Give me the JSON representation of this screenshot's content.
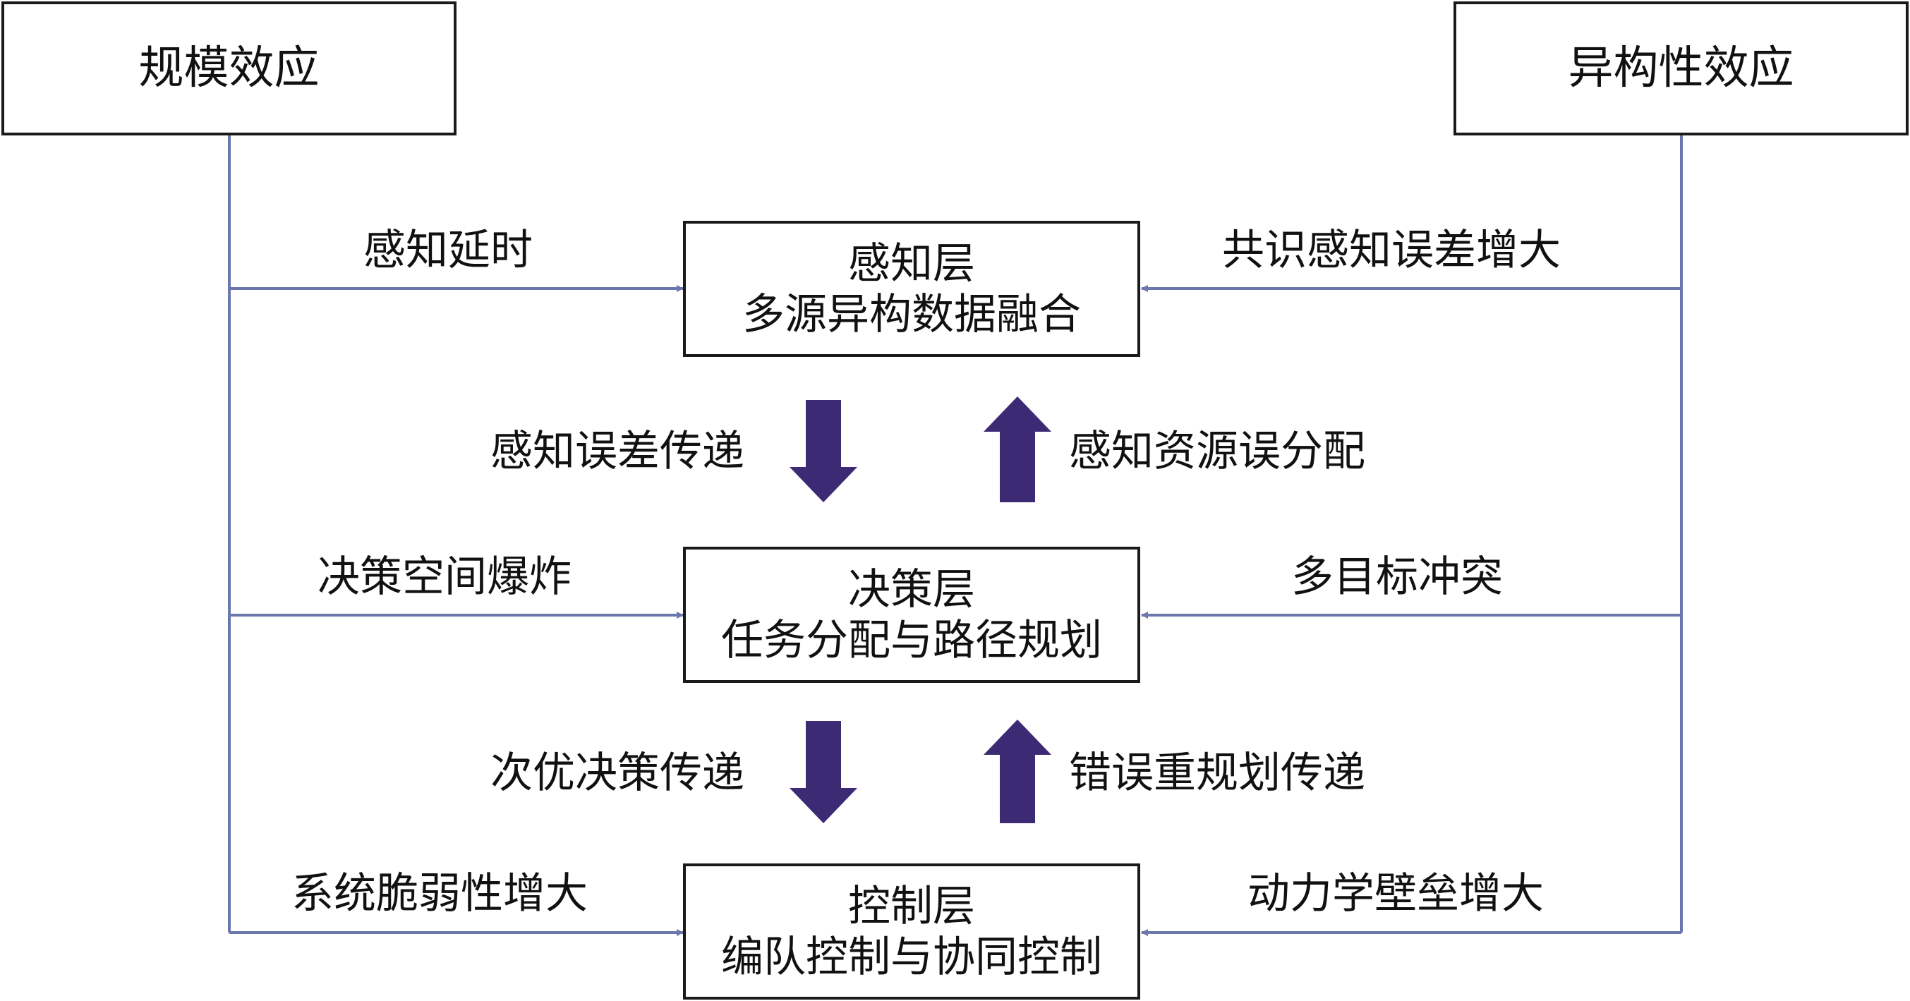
{
  "colors": {
    "line": "#6b77ad",
    "big_arrow": "#3d2a74",
    "box_border": "#1a1a1a"
  },
  "sources": {
    "left": "规模效应",
    "right": "异构性效应"
  },
  "layers": [
    {
      "title": "感知层",
      "subtitle": "多源异构数据融合"
    },
    {
      "title": "决策层",
      "subtitle": "任务分配与路径规划"
    },
    {
      "title": "控制层",
      "subtitle": "编队控制与协同控制"
    }
  ],
  "left_effects": [
    "感知延时",
    "决策空间爆炸",
    "系统脆弱性增大"
  ],
  "right_effects": [
    "共识感知误差增大",
    "多目标冲突",
    "动力学壁垒增大"
  ],
  "down_flows": [
    "感知误差传递",
    "次优决策传递"
  ],
  "up_flows": [
    "感知资源误分配",
    "错误重规划传递"
  ],
  "icons": {
    "big_down": "arrow-down-icon",
    "big_up": "arrow-up-icon"
  }
}
